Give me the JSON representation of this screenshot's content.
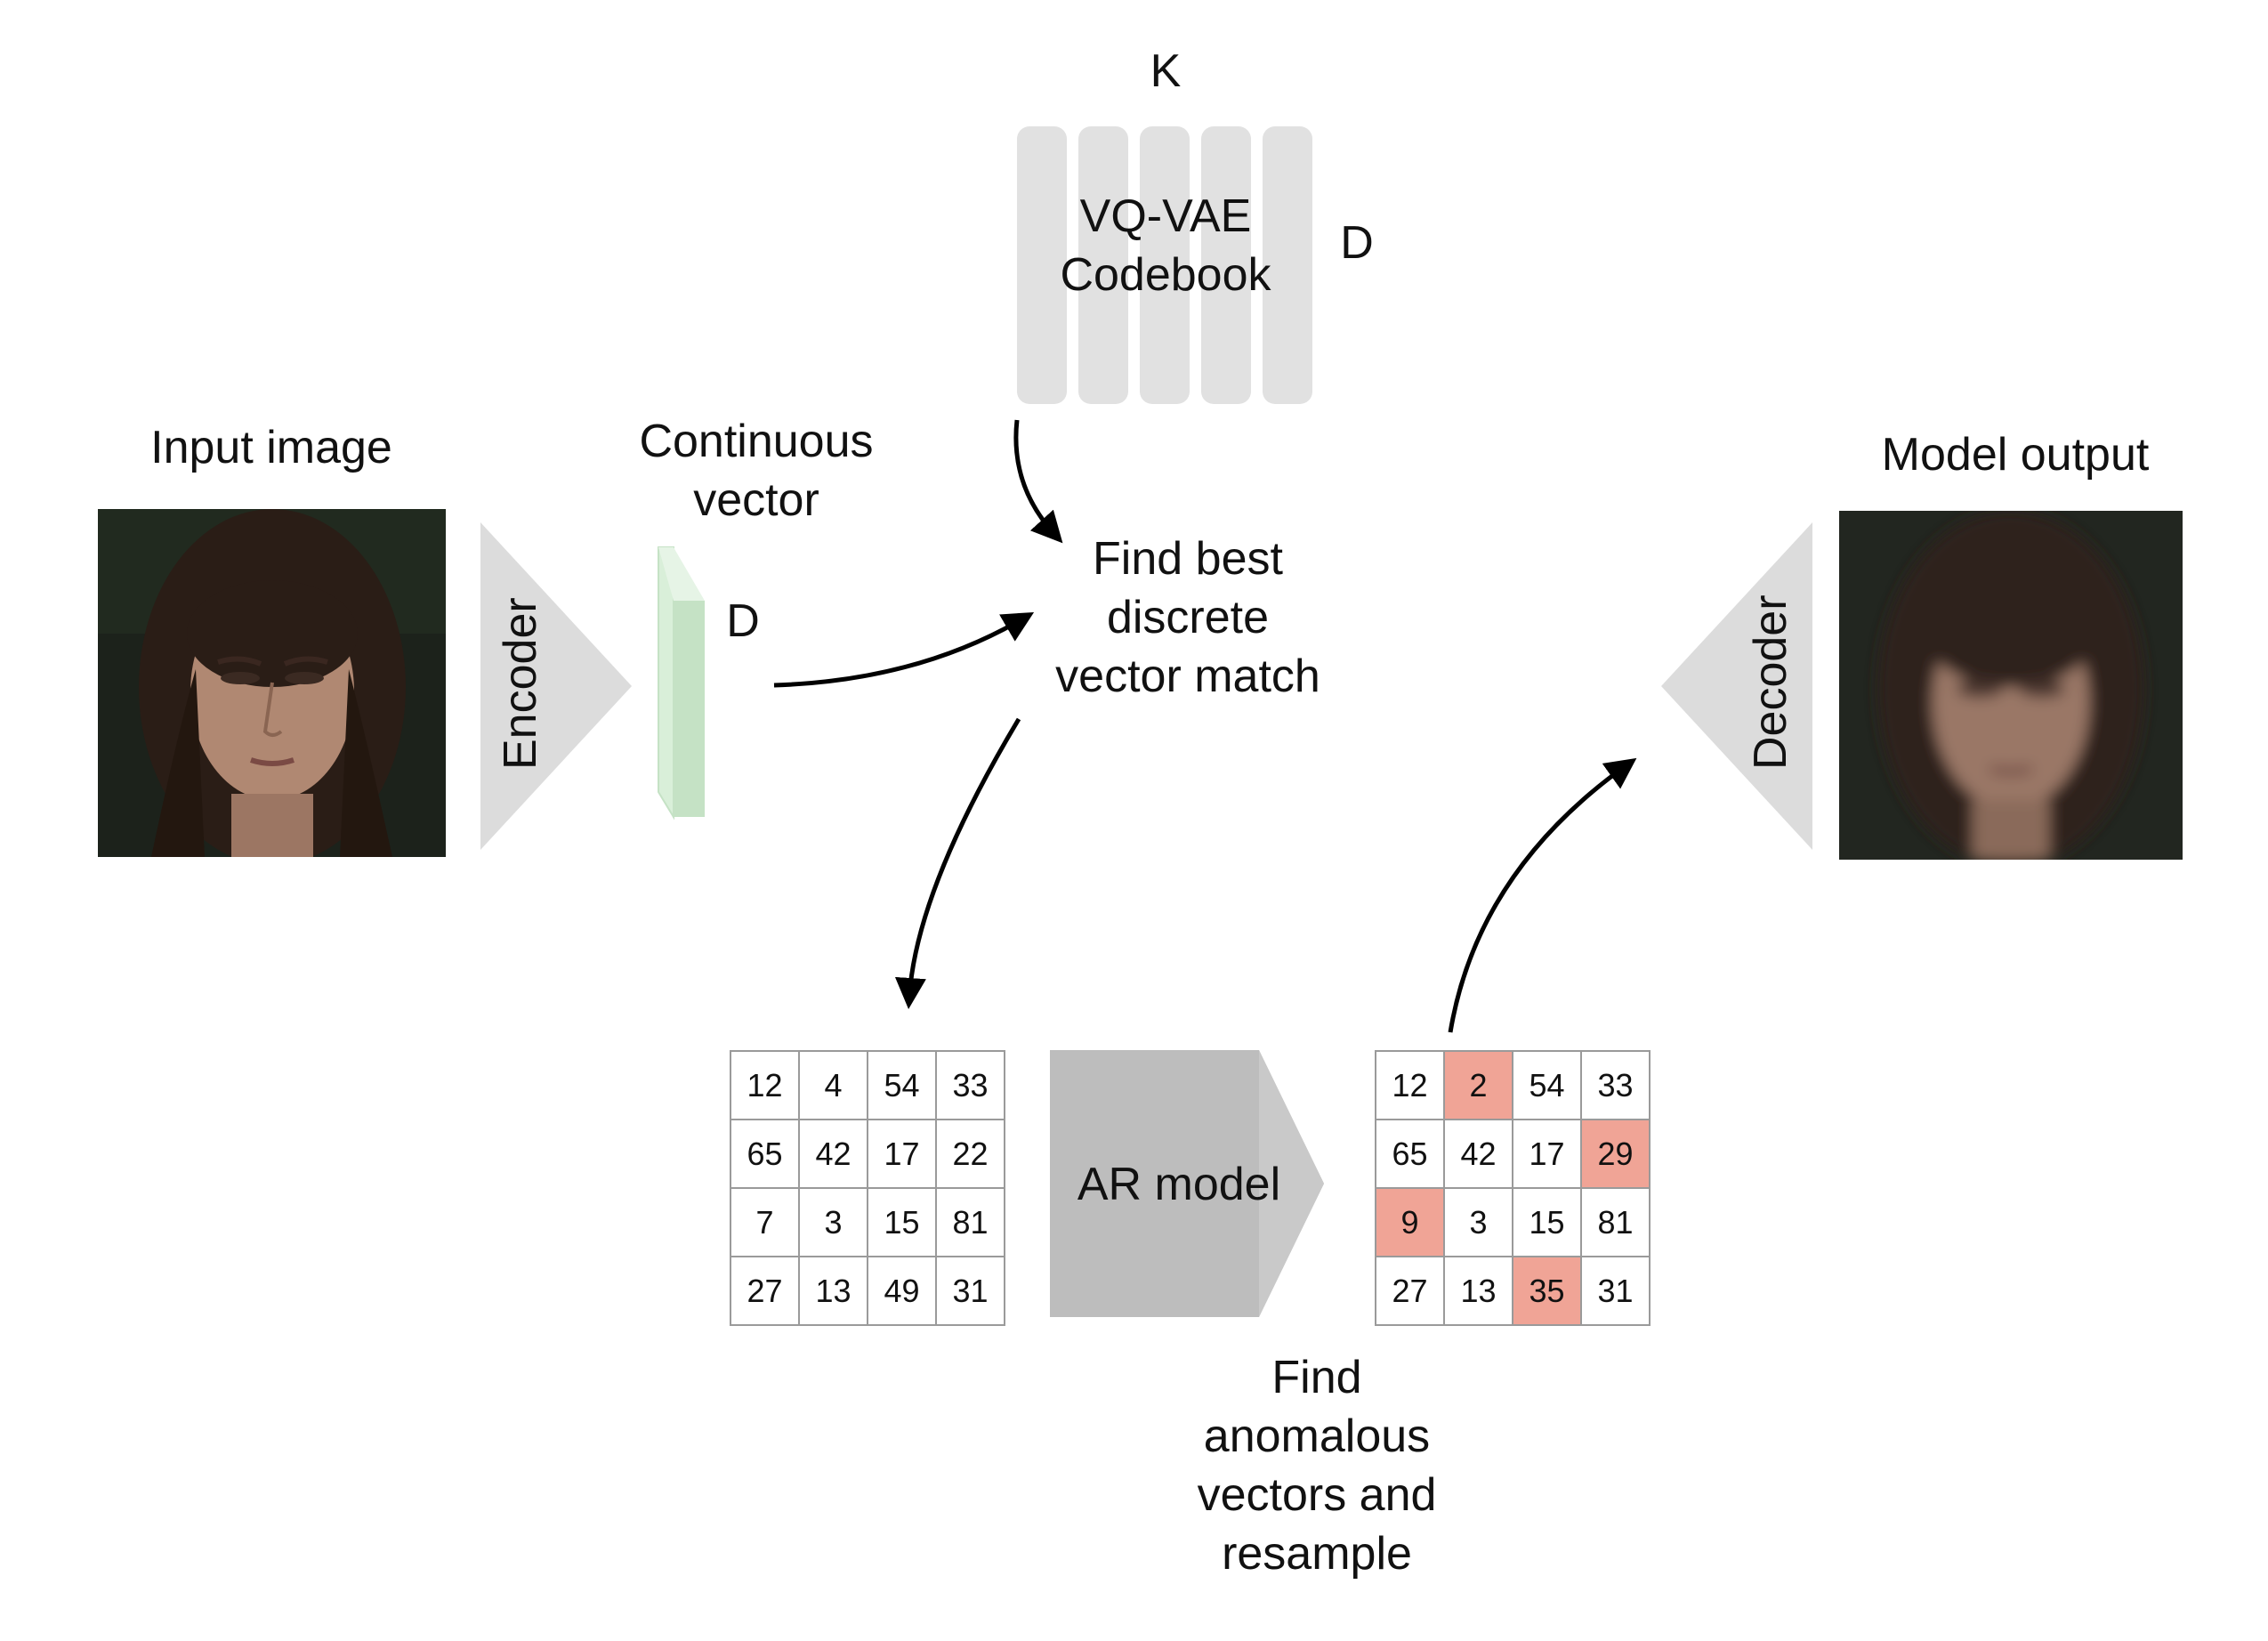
{
  "input_label": "Input image",
  "continuous_label": "Continuous\nvector",
  "vector_dim_label": "D",
  "encoder_label": "Encoder",
  "codebook": {
    "k_label": "K",
    "d_label": "D",
    "title": "VQ-VAE\nCodebook"
  },
  "match_label": "Find best\ndiscrete\nvector match",
  "ar_label": "AR model",
  "anomaly_label": "Find\nanomalous\nvectors and\nresample",
  "decoder_label": "Decoder",
  "output_label": "Model output",
  "grid_left": [
    [
      "12",
      "4",
      "54",
      "33"
    ],
    [
      "65",
      "42",
      "17",
      "22"
    ],
    [
      "7",
      "3",
      "15",
      "81"
    ],
    [
      "27",
      "13",
      "49",
      "31"
    ]
  ],
  "grid_right": [
    [
      "12",
      "2",
      "54",
      "33"
    ],
    [
      "65",
      "42",
      "17",
      "29"
    ],
    [
      "9",
      "3",
      "15",
      "81"
    ],
    [
      "27",
      "13",
      "35",
      "31"
    ]
  ],
  "anomalous_cells": [
    [
      0,
      1
    ],
    [
      1,
      3
    ],
    [
      2,
      0
    ],
    [
      3,
      2
    ]
  ],
  "colors": {
    "anomaly": "#f0a496",
    "vector": "#c5e2c5",
    "triangle": "#dcdcdc",
    "ar_block": "#bdbdbd",
    "codebook": "#e1e1e1"
  }
}
